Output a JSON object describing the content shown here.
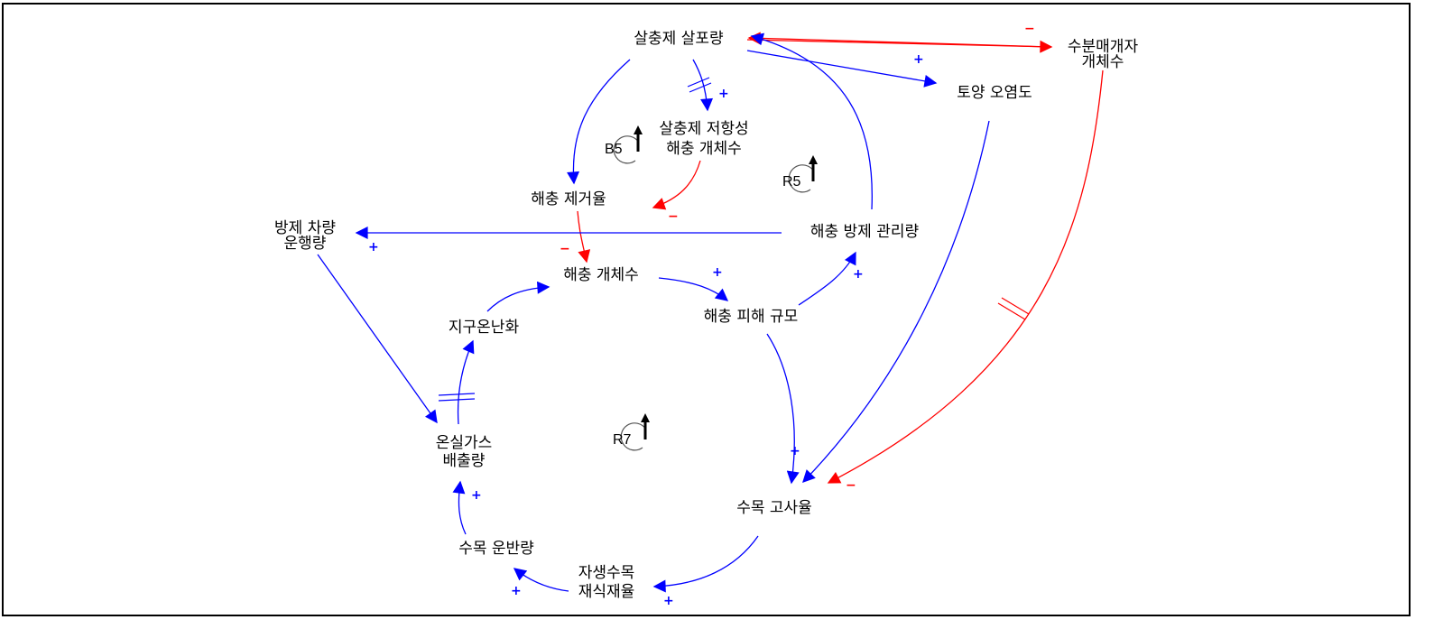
{
  "colors": {
    "positive": "#0000ff",
    "negative": "#ff0000",
    "text": "#000000",
    "frame": "#000000"
  },
  "nodes": {
    "pesticide_application": "살충제 살포량",
    "resistant_pests_1": "살충제 저항성",
    "resistant_pests_2": "해충 개체수",
    "pest_removal_rate": "해충 제거율",
    "control_vehicle_1": "방제 차량",
    "control_vehicle_2": "운행량",
    "pest_population": "해충 개체수",
    "pest_control_management": "해충 방제 관리량",
    "global_warming": "지구온난화",
    "pest_damage": "해충 피해 규모",
    "ghg_1": "온실가스",
    "ghg_2": "배출량",
    "tree_mortality": "수목 고사율",
    "timber_transport": "수목 운반량",
    "replant_1": "자생수목",
    "replant_2": "재식재율",
    "soil_pollution": "토양 오염도",
    "pollinator_1": "수분매개자",
    "pollinator_2": "개체수"
  },
  "loops": {
    "b5": "B5",
    "r5": "R5",
    "r7": "R7"
  },
  "polarity": {
    "plus": "+",
    "minus": "−"
  }
}
